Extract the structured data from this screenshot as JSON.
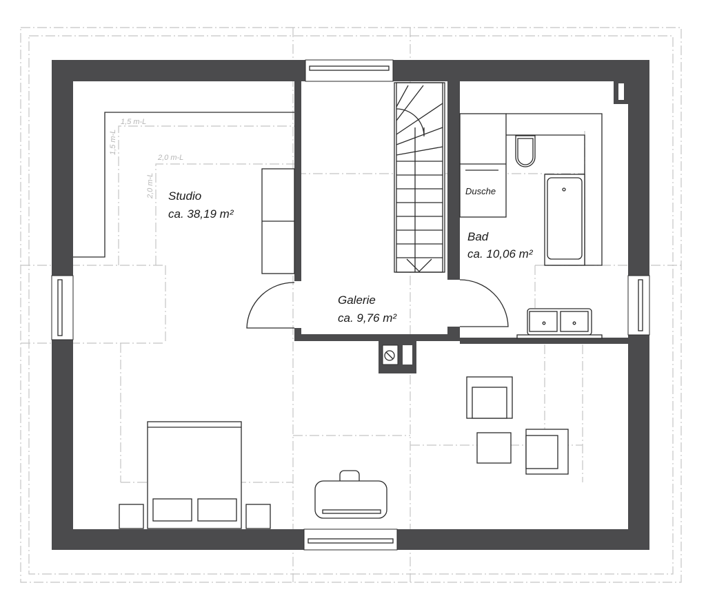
{
  "rooms": {
    "studio": {
      "name": "Studio",
      "area": "ca. 38,19 m²"
    },
    "galerie": {
      "name": "Galerie",
      "area": "ca. 9,76 m²"
    },
    "bad": {
      "name": "Bad",
      "area": "ca. 10,06 m²"
    },
    "dusche": {
      "name": "Dusche"
    }
  },
  "height_lines": {
    "a": "1,5 m-L",
    "b": "2,0 m-L"
  },
  "colors": {
    "wall": "#4b4b4d",
    "guide": "#c4c4c4"
  }
}
